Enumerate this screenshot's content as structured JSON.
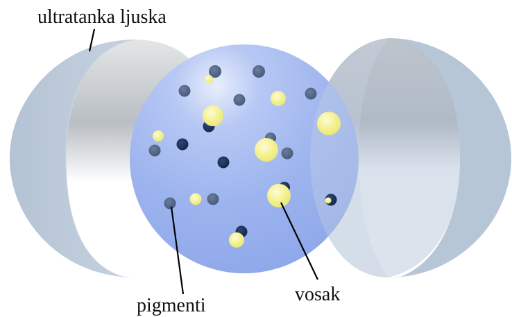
{
  "labels": {
    "shell": "ultratanka ljuska",
    "pigments": "pigmenti",
    "wax": "vosak"
  },
  "colors": {
    "shell_outer": "#b6c5d6",
    "shell_inner": "#d4dde8",
    "sphere_light": "#cbd6f5",
    "sphere_base": "#9cb4ec",
    "sphere_rim": "#8aa5e8",
    "pigment_dark": "#1f3560",
    "pigment_mid": "#4b5f80",
    "wax": "#f2f08a",
    "wax_glow": "#fbf9c7",
    "line": "#000000"
  }
}
